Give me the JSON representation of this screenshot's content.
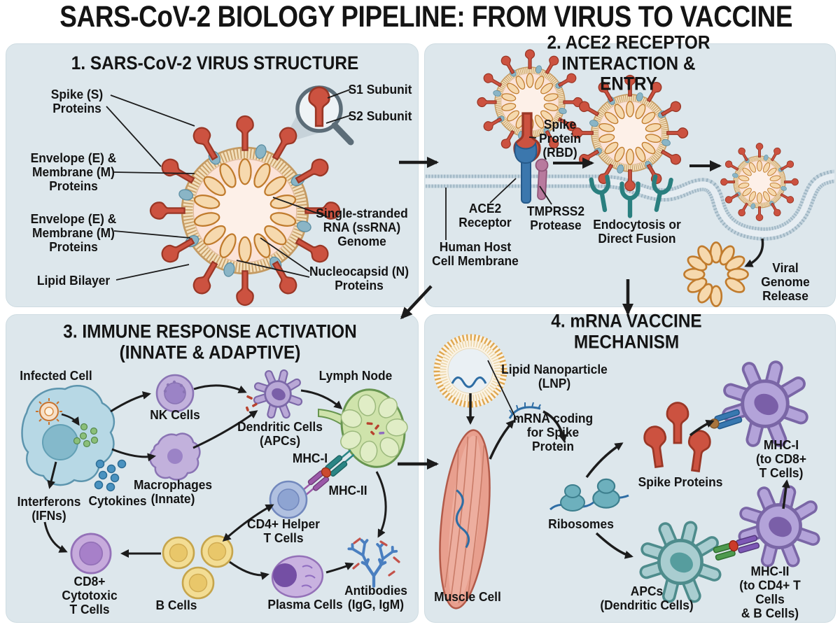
{
  "page_title": "SARS-CoV-2 BIOLOGY PIPELINE: FROM VIRUS TO VACCINE",
  "panel1": {
    "title": "1. SARS-CoV-2 VIRUS STRUCTURE",
    "labels": {
      "spike_proteins": "Spike (S)\nProteins",
      "envelope_membrane": "Envelope (E) &\nMembrane (M)\nProteins",
      "lipid_bilayer": "Lipid Bilayer",
      "s1_subunit": "S1 Subunit",
      "s2_subunit": "S2 Subunit",
      "ssrna_genome": "Single-stranded\nRNA (ssRNA)\nGenome",
      "nucleocapsid": "Nucleocapsid (N)\nProteins"
    }
  },
  "panel2": {
    "title": "2. ACE2 RECEPTOR INTERACTION & ENTRY",
    "labels": {
      "spike_protein_rbd": "Spike\nProtein\n(RBD)",
      "ace2_receptor": "ACE2\nReceptor",
      "tmprss2_protease": "TMPRSS2\nProtease",
      "host_membrane": "Human Host\nCell Membrane",
      "endocytosis": "Endocytosis or\nDirect Fusion",
      "viral_genome_release": "Viral Genome\nRelease"
    }
  },
  "panel3": {
    "title": "3. IMMUNE RESPONSE ACTIVATION\n(INNATE & ADAPTIVE)",
    "labels": {
      "infected_cell": "Infected Cell",
      "nk_cells": "NK Cells",
      "dendritic_cells": "Dendritic Cells\n(APCs)",
      "lymph_node": "Lymph Node",
      "macrophages": "Macrophages\n(Innate)",
      "interferons": "Interferons\n(IFNs)",
      "cytokines": "Cytokines",
      "mhc_i": "MHC-I",
      "mhc_ii": "MHC-II",
      "cd4_t_cells": "CD4+ Helper\nT Cells",
      "cd8_t_cells": "CD8+\nCytotoxic\nT Cells",
      "b_cells": "B Cells",
      "plasma_cells": "Plasma Cells",
      "antibodies": "Antibodies\n(IgG, IgM)"
    }
  },
  "panel4": {
    "title": "4. mRNA VACCINE MECHANISM",
    "labels": {
      "lnp": "Lipid Nanoparticle\n(LNP)",
      "mrna_coding": "mRNA coding\nfor Spike\nProtein",
      "muscle_cell": "Muscle Cell",
      "ribosomes": "Ribosomes",
      "spike_proteins": "Spike Proteins",
      "mhc_i": "MHC-I\n(to CD8+ T Cells)",
      "apcs": "APCs\n(Dendritic Cells)",
      "mhc_ii": "MHC-II\n(to CD4+ T Cells\n& B Cells)"
    }
  },
  "colors": {
    "panel_background": "#dde7ec",
    "text": "#141414",
    "spike_red": "#cc5240",
    "lipid_tan": "#f3e0bd",
    "membrane_protein_blue": "#8ab5c6",
    "rna_orange": "#c07b2d",
    "ace2_blue": "#3b77ad",
    "tmprss2_mauve": "#b87a9e",
    "fusion_receptor_teal": "#2a7f7f",
    "immune_purple": "#b9a8d6",
    "lymph_green": "#cfe3ab",
    "b_cell_yellow": "#f3dd94",
    "antibody_blue": "#4a7fc0",
    "mrna_blue": "#2e6da4",
    "lnp_gold": "#dfa751",
    "muscle_pink": "#e89f8e",
    "apc_teal": "#a9cdd0"
  }
}
